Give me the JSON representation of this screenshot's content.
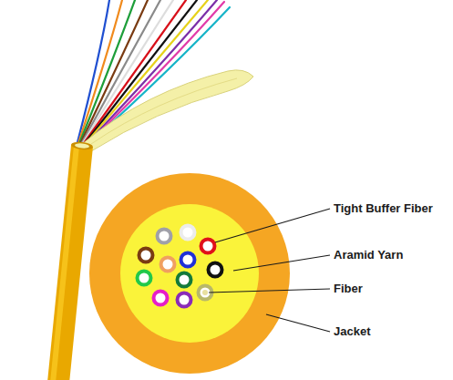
{
  "diagram": {
    "labels": [
      "Tight Buffer Fiber",
      "Aramid Yarn",
      "Fiber",
      "Jacket"
    ]
  }
}
